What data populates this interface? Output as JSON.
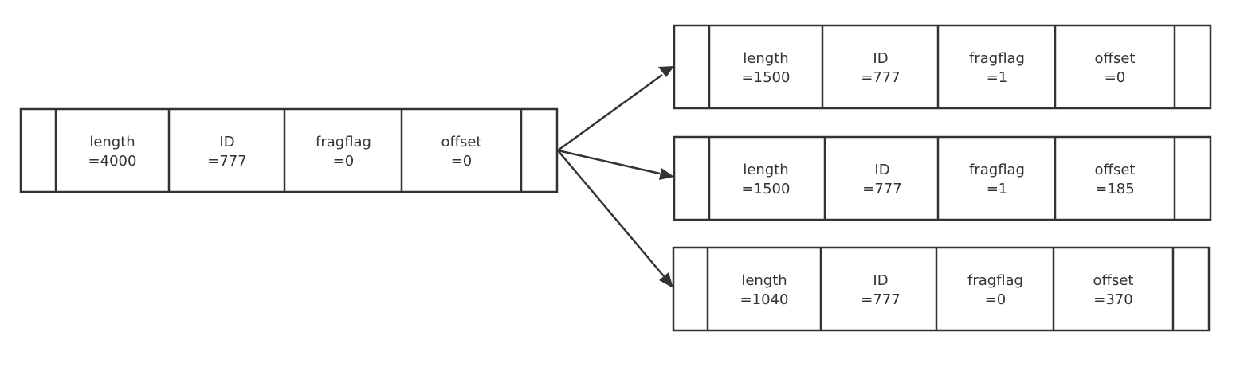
{
  "colors": {
    "stroke": "#333333",
    "text": "#333333",
    "background": "#ffffff"
  },
  "original": {
    "fields": [
      {
        "name": "length",
        "value": "=4000"
      },
      {
        "name": "ID",
        "value": "=777"
      },
      {
        "name": "fragflag",
        "value": "=0"
      },
      {
        "name": "offset",
        "value": "=0"
      }
    ]
  },
  "fragments": [
    {
      "fields": [
        {
          "name": "length",
          "value": "=1500"
        },
        {
          "name": "ID",
          "value": "=777"
        },
        {
          "name": "fragflag",
          "value": "=1"
        },
        {
          "name": "offset",
          "value": "=0"
        }
      ]
    },
    {
      "fields": [
        {
          "name": "length",
          "value": "=1500"
        },
        {
          "name": "ID",
          "value": "=777"
        },
        {
          "name": "fragflag",
          "value": "=1"
        },
        {
          "name": "offset",
          "value": "=185"
        }
      ]
    },
    {
      "fields": [
        {
          "name": "length",
          "value": "=1040"
        },
        {
          "name": "ID",
          "value": "=777"
        },
        {
          "name": "fragflag",
          "value": "=0"
        },
        {
          "name": "offset",
          "value": "=370"
        }
      ]
    }
  ]
}
